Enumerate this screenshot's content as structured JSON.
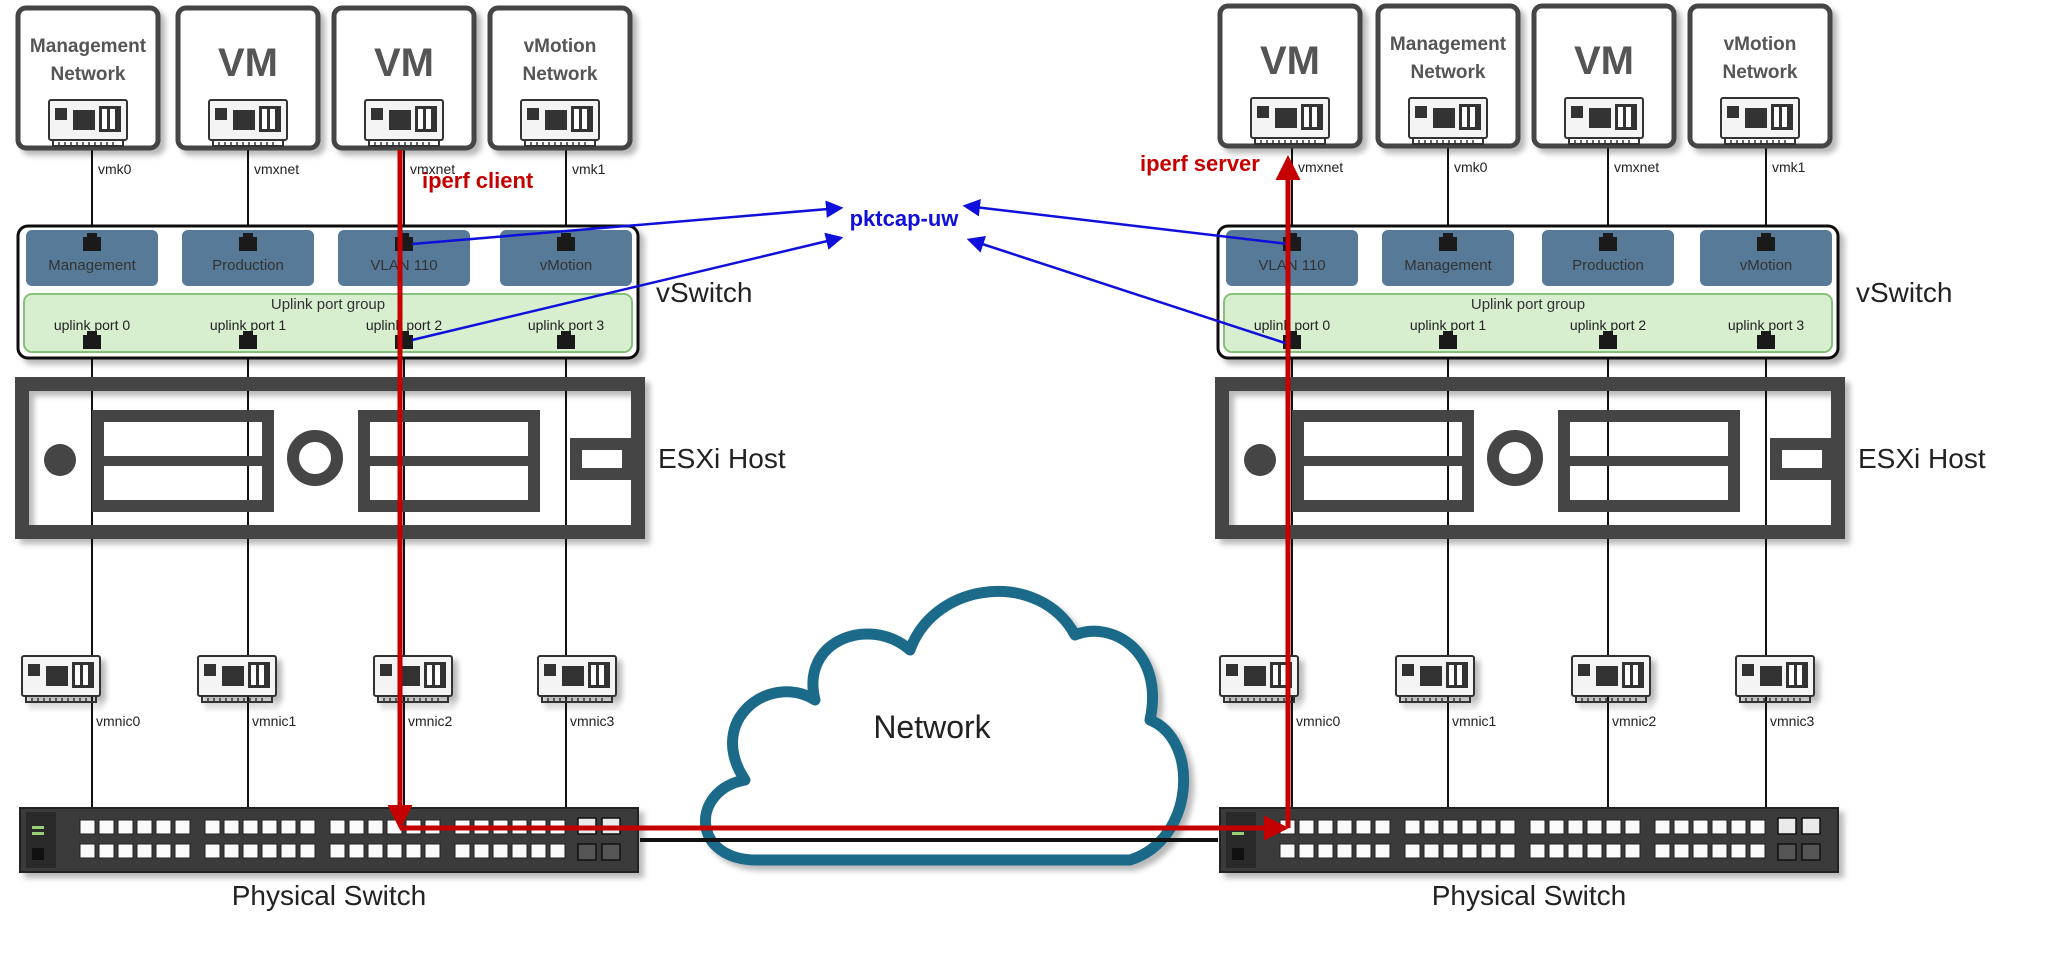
{
  "colors": {
    "frame": "#454545",
    "portgroup": "#567a98",
    "uplink_bg": "#d7eecf",
    "uplink_border": "#85c17a",
    "iperf_path": "#c40000",
    "pktcap_arrow": "#1010dd",
    "cloud": "#1f6b8a"
  },
  "left_host": {
    "tiles": [
      {
        "label": "Management\nNetwork",
        "kind": "net"
      },
      {
        "label": "VM",
        "kind": "vm"
      },
      {
        "label": "VM",
        "kind": "vm"
      },
      {
        "label": "vMotion\nNetwork",
        "kind": "net"
      }
    ],
    "vnics": [
      "vmk0",
      "vmxnet",
      "vmxnet",
      "vmk1"
    ],
    "portgroups": [
      "Management",
      "Production",
      "VLAN 110",
      "vMotion"
    ],
    "uplink_group_label": "Uplink port group",
    "uplink_ports": [
      "uplink port 0",
      "uplink port 1",
      "uplink port 2",
      "uplink port 3"
    ],
    "vswitch_label": "vSwitch",
    "host_label": "ESXi Host",
    "vmnics": [
      "vmnic0",
      "vmnic1",
      "vmnic2",
      "vmnic3"
    ],
    "switch_label": "Physical Switch",
    "iperf_label": "iperf client"
  },
  "right_host": {
    "tiles": [
      {
        "label": "VM",
        "kind": "vm"
      },
      {
        "label": "Management\nNetwork",
        "kind": "net"
      },
      {
        "label": "VM",
        "kind": "vm"
      },
      {
        "label": "vMotion\nNetwork",
        "kind": "net"
      }
    ],
    "vnics": [
      "vmxnet",
      "vmk0",
      "vmxnet",
      "vmk1"
    ],
    "portgroups": [
      "VLAN 110",
      "Management",
      "Production",
      "vMotion"
    ],
    "uplink_group_label": "Uplink port group",
    "uplink_ports": [
      "uplink port 0",
      "uplink port 1",
      "uplink port 2",
      "uplink port 3"
    ],
    "vswitch_label": "vSwitch",
    "host_label": "ESXi Host",
    "vmnics": [
      "vmnic0",
      "vmnic1",
      "vmnic2",
      "vmnic3"
    ],
    "switch_label": "Physical Switch",
    "iperf_label": "iperf server"
  },
  "pktcap_label": "pktcap-uw",
  "cloud_label": "Network"
}
